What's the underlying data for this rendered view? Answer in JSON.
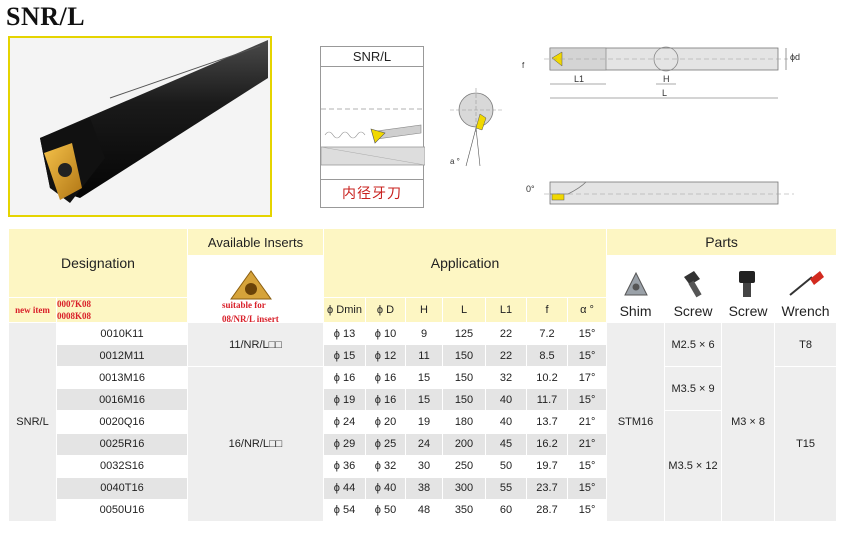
{
  "title": "SNR/L",
  "schematic": {
    "label": "SNR/L",
    "chinese_label": "内径牙刀",
    "angle_label": "a °"
  },
  "dimension_labels": {
    "d": "ϕd",
    "f": "f",
    "l1": "L1",
    "h": "H",
    "l": "L",
    "zero": "0°"
  },
  "table": {
    "designation_header": "Designation",
    "available_inserts_header": "Available Inserts",
    "application_header": "Application",
    "parts_header": "Parts",
    "new_item_label": "new item",
    "new_items": [
      "0007K08",
      "0008K08"
    ],
    "suitable_note": [
      "suitable for",
      "08/NR/L insert"
    ],
    "param_headers": [
      "ϕ Dmin",
      "ϕ D",
      "H",
      "L",
      "L1",
      "f",
      "α °"
    ],
    "part_headers": [
      "Shim",
      "Screw",
      "Screw",
      "Wrench"
    ],
    "family": "SNR/L",
    "rows": [
      {
        "code": "0010K11",
        "dmin": "ϕ 13",
        "d": "ϕ 10",
        "h": "9",
        "l": "125",
        "l1": "22",
        "f": "7.2",
        "a": "15°"
      },
      {
        "code": "0012M11",
        "dmin": "ϕ 15",
        "d": "ϕ 12",
        "h": "11",
        "l": "150",
        "l1": "22",
        "f": "8.5",
        "a": "15°"
      },
      {
        "code": "0013M16",
        "dmin": "ϕ 16",
        "d": "ϕ 16",
        "h": "15",
        "l": "150",
        "l1": "32",
        "f": "10.2",
        "a": "17°"
      },
      {
        "code": "0016M16",
        "dmin": "ϕ 19",
        "d": "ϕ 16",
        "h": "15",
        "l": "150",
        "l1": "40",
        "f": "11.7",
        "a": "15°"
      },
      {
        "code": "0020Q16",
        "dmin": "ϕ 24",
        "d": "ϕ 20",
        "h": "19",
        "l": "180",
        "l1": "40",
        "f": "13.7",
        "a": "21°"
      },
      {
        "code": "0025R16",
        "dmin": "ϕ 29",
        "d": "ϕ 25",
        "h": "24",
        "l": "200",
        "l1": "45",
        "f": "16.2",
        "a": "21°"
      },
      {
        "code": "0032S16",
        "dmin": "ϕ 36",
        "d": "ϕ 32",
        "h": "30",
        "l": "250",
        "l1": "50",
        "f": "19.7",
        "a": "15°"
      },
      {
        "code": "0040T16",
        "dmin": "ϕ 44",
        "d": "ϕ 40",
        "h": "38",
        "l": "300",
        "l1": "55",
        "f": "23.7",
        "a": "15°"
      },
      {
        "code": "0050U16",
        "dmin": "ϕ 54",
        "d": "ϕ 50",
        "h": "48",
        "l": "350",
        "l1": "60",
        "f": "28.7",
        "a": "15°"
      }
    ],
    "insert_small": "11/NR/L□□",
    "insert_large": "16/NR/L□□",
    "shim": "STM16",
    "screw_a1": "M2.5 × 6",
    "screw_a2": "M3.5 × 9",
    "screw_a3": "M3.5 × 12",
    "screw_b": "M3 × 8",
    "wrench_1": "T8",
    "wrench_2": "T15"
  }
}
